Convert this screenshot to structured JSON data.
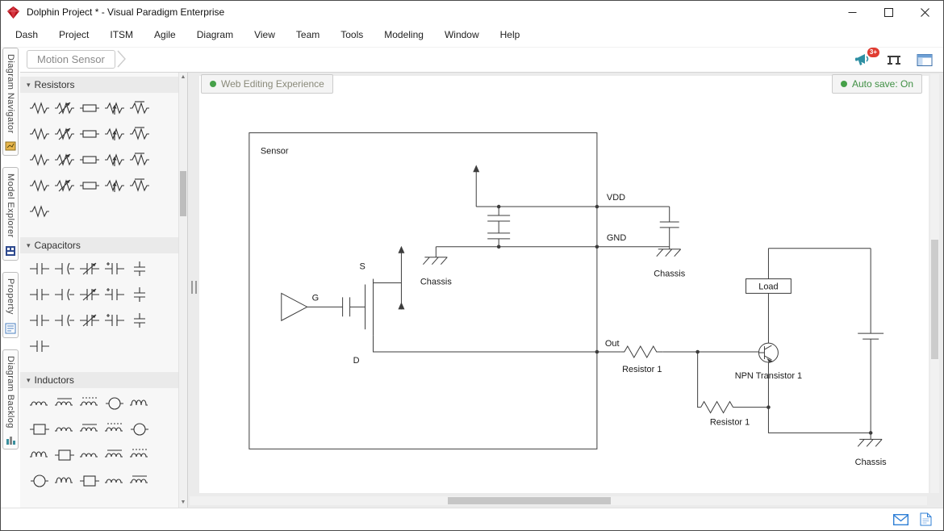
{
  "window": {
    "title": "Dolphin Project * - Visual Paradigm Enterprise"
  },
  "menu": {
    "items": [
      "Dash",
      "Project",
      "ITSM",
      "Agile",
      "Diagram",
      "View",
      "Team",
      "Tools",
      "Modeling",
      "Window",
      "Help"
    ]
  },
  "breadcrumb": {
    "label": "Motion Sensor"
  },
  "toolbar": {
    "notification_badge": "3+"
  },
  "side_tabs": {
    "items": [
      {
        "label": "Diagram Navigator"
      },
      {
        "label": "Model Explorer"
      },
      {
        "label": "Property"
      },
      {
        "label": "Diagram Backlog"
      }
    ]
  },
  "palette": {
    "sections": [
      {
        "title": "Resistors",
        "type": "resistor",
        "count": 21
      },
      {
        "title": "Capacitors",
        "type": "capacitor",
        "count": 16
      },
      {
        "title": "Inductors",
        "type": "inductor",
        "count": 20
      }
    ]
  },
  "canvas": {
    "badges": {
      "web_editing": "Web Editing Experience",
      "autosave": "Auto save: On"
    },
    "labels": {
      "sensor": "Sensor",
      "g": "G",
      "s": "S",
      "d": "D",
      "vdd": "VDD",
      "gnd": "GND",
      "out": "Out",
      "chassis1": "Chassis",
      "chassis2": "Chassis",
      "chassis3": "Chassis",
      "resistor1": "Resistor 1",
      "resistor2": "Resistor 1",
      "npn": "NPN Transistor 1",
      "load": "Load"
    }
  },
  "colors": {
    "accent_green": "#46a049",
    "logo_red": "#b5121b",
    "badge_red": "#e03c31",
    "icon_blue": "#2f7fd6"
  }
}
